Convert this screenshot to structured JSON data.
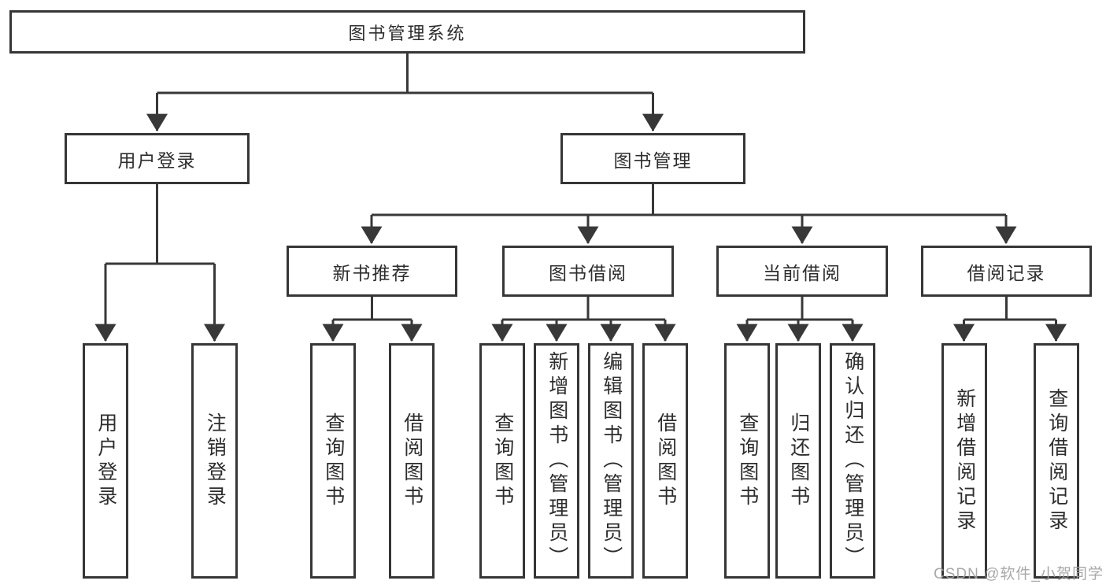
{
  "diagram": {
    "root": {
      "label": "图书管理系统"
    },
    "branches": [
      {
        "label": "用户登录",
        "children": [
          {
            "label": "用户登录"
          },
          {
            "label": "注销登录"
          }
        ]
      },
      {
        "label": "图书管理",
        "children": [
          {
            "label": "新书推荐",
            "children": [
              {
                "label": "查询图书"
              },
              {
                "label": "借阅图书"
              }
            ]
          },
          {
            "label": "图书借阅",
            "children": [
              {
                "label": "查询图书"
              },
              {
                "label": "新增图书（管理员）"
              },
              {
                "label": "编辑图书（管理员）"
              },
              {
                "label": "借阅图书"
              }
            ]
          },
          {
            "label": "当前借阅",
            "children": [
              {
                "label": "查询图书"
              },
              {
                "label": "归还图书"
              },
              {
                "label": "确认归还（管理员）"
              }
            ]
          },
          {
            "label": "借阅记录",
            "children": [
              {
                "label": "新增借阅记录"
              },
              {
                "label": "查询借阅记录"
              }
            ]
          }
        ]
      }
    ]
  },
  "watermark": {
    "text": "CSDN @软件_小贺同学"
  },
  "colors": {
    "line": "#383838",
    "box_border": "#363636",
    "box_background": "#ffffff",
    "text": "#2d2d2d",
    "watermark": "#9e9e9e",
    "page_background": "#ffffff"
  }
}
